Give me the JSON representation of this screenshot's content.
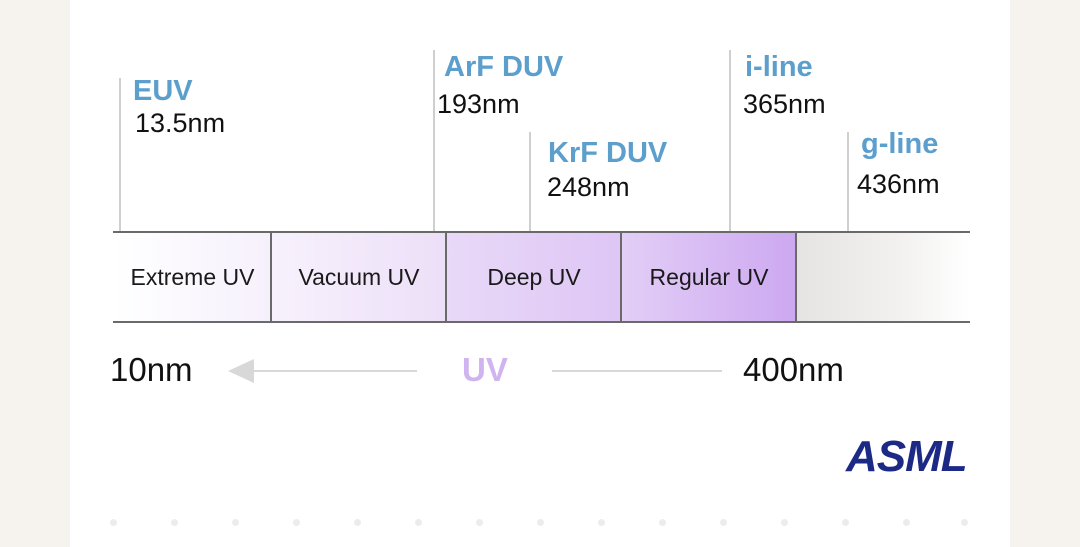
{
  "wavelengths": [
    {
      "name": "EUV",
      "value": "13.5nm"
    },
    {
      "name": "ArF DUV",
      "value": "193nm"
    },
    {
      "name": "KrF DUV",
      "value": "248nm"
    },
    {
      "name": "i-line",
      "value": "365nm"
    },
    {
      "name": "g-line",
      "value": "436nm"
    }
  ],
  "bands": [
    {
      "label": "Extreme UV"
    },
    {
      "label": "Vacuum UV"
    },
    {
      "label": "Deep UV"
    },
    {
      "label": "Regular UV"
    }
  ],
  "axis": {
    "left": "10nm",
    "center": "UV",
    "right": "400nm"
  },
  "logo": {
    "text": "ASML"
  },
  "colors": {
    "label_blue": "#5c9fcc",
    "uv_purple": "#cfb4ef",
    "logo_navy": "#1c2a86"
  }
}
